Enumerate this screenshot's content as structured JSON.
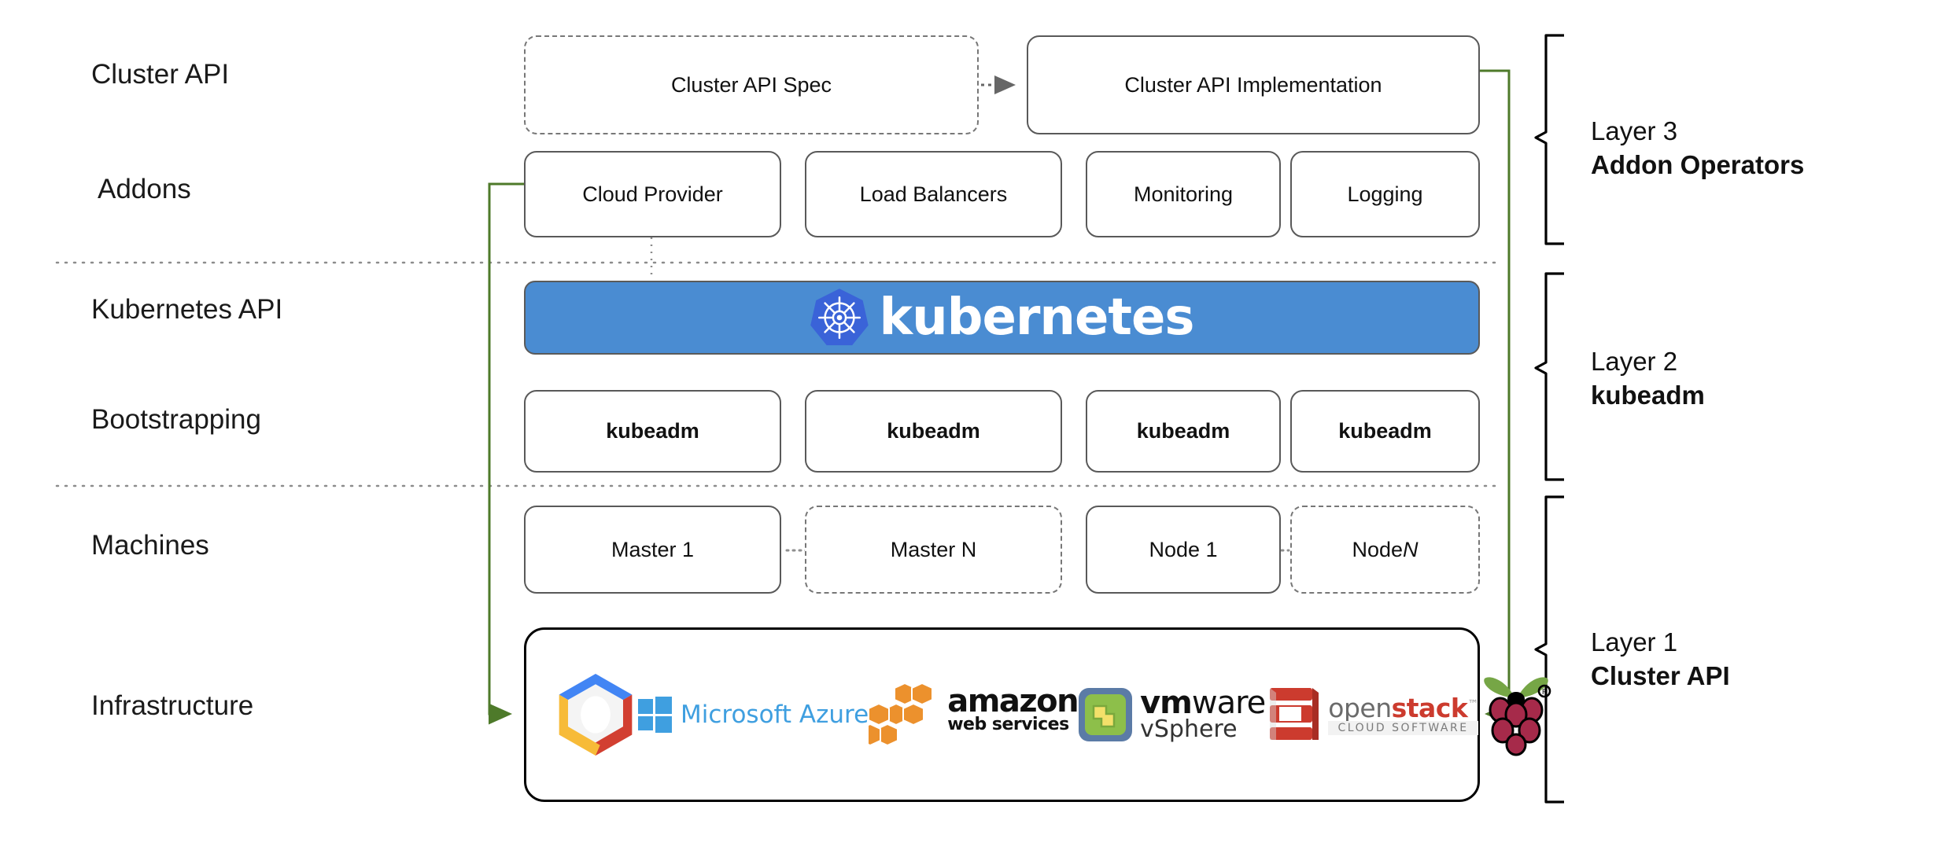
{
  "diagram": {
    "title": "Kubernetes Cluster API layered architecture",
    "accent_green": "#4e7a2a",
    "k8s_blue": "#4a8cd2",
    "band_separator_color": "#8c8c8c"
  },
  "row_labels": [
    {
      "id": "cluster-api",
      "label": "Cluster API"
    },
    {
      "id": "addons",
      "label": "Addons"
    },
    {
      "id": "kubernetes-api",
      "label": "Kubernetes API"
    },
    {
      "id": "bootstrapping",
      "label": "Bootstrapping"
    },
    {
      "id": "machines",
      "label": "Machines"
    },
    {
      "id": "infrastructure",
      "label": "Infrastructure"
    }
  ],
  "cluster_api_row": {
    "spec_box": {
      "label": "Cluster API Spec",
      "style": "dashed"
    },
    "implementation_box": {
      "label": "Cluster API Implementation",
      "style": "solid"
    },
    "connector": "dotted-arrow-right"
  },
  "addons_row": [
    {
      "label": "Cloud Provider",
      "style": "solid"
    },
    {
      "label": "Load Balancers",
      "style": "solid"
    },
    {
      "label": "Monitoring",
      "style": "solid"
    },
    {
      "label": "Logging",
      "style": "solid"
    }
  ],
  "kubernetes_banner": {
    "wordmark": "kubernetes",
    "logo_icon": "kubernetes-helm-icon",
    "background": "#4a8cd2",
    "text_color": "#ffffff"
  },
  "bootstrapping_row": [
    {
      "label": "kubeadm",
      "style": "solid",
      "bold": true
    },
    {
      "label": "kubeadm",
      "style": "solid",
      "bold": true
    },
    {
      "label": "kubeadm",
      "style": "solid",
      "bold": true
    },
    {
      "label": "kubeadm",
      "style": "solid",
      "bold": true
    }
  ],
  "machines_row": [
    {
      "label": "Master 1",
      "style": "solid"
    },
    {
      "label": "Master N",
      "style": "dashed"
    },
    {
      "label": "Node 1",
      "style": "solid"
    },
    {
      "label_prefix": "Node ",
      "label_italic": "N",
      "style": "dashed"
    }
  ],
  "machines_row_ellipses": [
    "…",
    "…"
  ],
  "infrastructure_row": {
    "logos": [
      {
        "name": "google-cloud-icon",
        "text": ""
      },
      {
        "name": "microsoft-azure-logo",
        "text": "Microsoft Azure"
      },
      {
        "name": "amazon-web-services-logo",
        "text": "amazon",
        "subtext": "web services"
      },
      {
        "name": "vmware-vsphere-logo",
        "text_bold": "vm",
        "text": "ware",
        "subtext": "vSphere"
      },
      {
        "name": "openstack-logo",
        "text_gray": "open",
        "text_red": "stack",
        "subtext": "CLOUD SOFTWARE"
      },
      {
        "name": "raspberry-pi-icon",
        "text": ""
      }
    ]
  },
  "layers": [
    {
      "id": "layer-3",
      "line1": "Layer 3",
      "line2": "Addon Operators"
    },
    {
      "id": "layer-2",
      "line1": "Layer 2",
      "line2": "kubeadm"
    },
    {
      "id": "layer-1",
      "line1": "Layer 1",
      "line2": "Cluster API"
    }
  ]
}
